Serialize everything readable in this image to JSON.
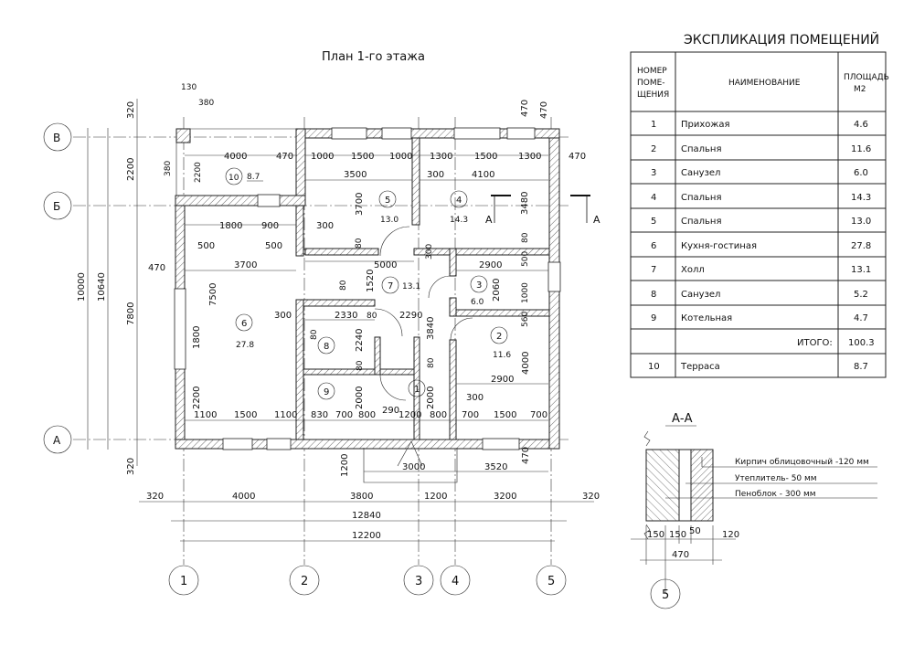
{
  "plan": {
    "title": "План 1-го этажа",
    "axes_letters": [
      "В",
      "Б",
      "А"
    ],
    "axes_numbers": [
      "1",
      "2",
      "3",
      "4",
      "5"
    ],
    "rooms": [
      {
        "num": "1",
        "area": "",
        "label": "1"
      },
      {
        "num": "2",
        "area": "11.6"
      },
      {
        "num": "3",
        "area": "6.0"
      },
      {
        "num": "4",
        "area": "14.3"
      },
      {
        "num": "5",
        "area": "13.0"
      },
      {
        "num": "6",
        "area": "27.8"
      },
      {
        "num": "7",
        "area": "13.1"
      },
      {
        "num": "8",
        "area": ""
      },
      {
        "num": "9",
        "area": ""
      },
      {
        "num": "10",
        "area": "8.7"
      }
    ],
    "section_mark": "А",
    "dims": {
      "total_outer": "12840",
      "total_axes": "12200",
      "bottom_chain": [
        "320",
        "4000",
        "3800",
        "1200",
        "3200",
        "320"
      ],
      "left_total": "10000",
      "left_outer": "10640",
      "left_7800": "7800",
      "left_2200": "2200",
      "left_320_top": "320",
      "left_320_bottom": "320",
      "top_130": "130",
      "top_380": "380",
      "d380v": "380",
      "d2200v": "2200",
      "d4000": "4000",
      "d470a": "470",
      "d1000a": "1000",
      "d1500a": "1500",
      "d1000b": "1000",
      "d1300a": "1300",
      "d1500b": "1500",
      "d1300b": "1300",
      "d470b": "470",
      "d470c": "470",
      "d3500": "3500",
      "d300a": "300",
      "d4100": "4100",
      "d3480": "3480",
      "d3700v": "3700",
      "d1800": "1800",
      "d900": "900",
      "d300b": "300",
      "d500a": "500",
      "d500b": "500",
      "d470d": "470",
      "d3700": "3700",
      "d80a": "80",
      "d5000": "5000",
      "d300c": "300",
      "d80b": "80",
      "d2900a": "2900",
      "d500c": "500",
      "d1520": "1520",
      "d80c": "80",
      "d2060": "2060",
      "d1000c": "1000",
      "d7500": "7500",
      "d300d": "300",
      "d2330": "2330",
      "d80d": "80",
      "d2290": "2290",
      "d3840": "3840",
      "d560": "560",
      "d80e": "80",
      "d2240": "2240",
      "d4000v": "4000",
      "d1800v": "1800",
      "d80f": "80",
      "d80g": "80",
      "d2900b": "2900",
      "d2200v2": "2200",
      "d2000a": "2000",
      "d2000b": "2000",
      "d300e": "300",
      "d290": "290",
      "d1100a": "1100",
      "d1500c": "1500",
      "d1100b": "1100",
      "d830": "830",
      "d700a": "700",
      "d800a": "800",
      "d1200a": "1200",
      "d800b": "800",
      "d700b": "700",
      "d1500d": "1500",
      "d700c": "700",
      "d1200v": "1200",
      "d3000": "3000",
      "d3520": "3520",
      "d470e": "470",
      "d470f": "470"
    }
  },
  "explication": {
    "title": "ЭКСПЛИКАЦИЯ ПОМЕЩЕНИЙ",
    "headers": [
      "НОМЕР ПОМЕ- ЩЕНИЯ",
      "НАИМЕНОВАНИЕ",
      "ПЛОЩАДЬ М2"
    ],
    "header_lines": {
      "num": [
        "НОМЕР",
        "ПОМЕ-",
        "ЩЕНИЯ"
      ],
      "name": [
        "НАИМЕНОВАНИЕ"
      ],
      "area": [
        "ПЛОЩАДЬ",
        "М2"
      ]
    },
    "rows": [
      {
        "num": "1",
        "name": "Прихожая",
        "area": "4.6"
      },
      {
        "num": "2",
        "name": "Спальня",
        "area": "11.6"
      },
      {
        "num": "3",
        "name": "Санузел",
        "area": "6.0"
      },
      {
        "num": "4",
        "name": "Спальня",
        "area": "14.3"
      },
      {
        "num": "5",
        "name": "Спальня",
        "area": "13.0"
      },
      {
        "num": "6",
        "name": "Кухня-гостиная",
        "area": "27.8"
      },
      {
        "num": "7",
        "name": "Холл",
        "area": "13.1"
      },
      {
        "num": "8",
        "name": "Санузел",
        "area": "5.2"
      },
      {
        "num": "9",
        "name": "Котельная",
        "area": "4.7"
      }
    ],
    "total_label": "ИТОГО:",
    "total_value": "100.3",
    "extra_row": {
      "num": "10",
      "name": "Терраса",
      "area": "8.7"
    }
  },
  "section": {
    "title": "А-А",
    "layers": [
      "Кирпич облицовочный -120 мм",
      "Утеплитель- 50 мм",
      "Пеноблок - 300 мм"
    ],
    "dims": [
      "150",
      "150",
      "50",
      "120"
    ],
    "total": "470",
    "axis": "5"
  }
}
